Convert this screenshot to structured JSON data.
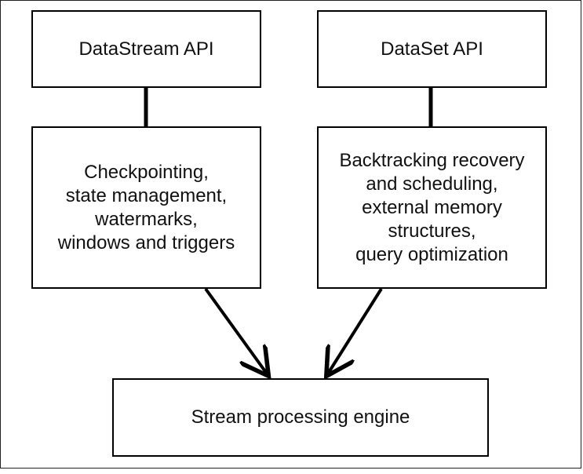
{
  "boxes": {
    "datastream_api": {
      "lines": [
        "DataStream API"
      ]
    },
    "dataset_api": {
      "lines": [
        "DataSet API"
      ]
    },
    "stream_features": {
      "lines": [
        "Checkpointing,",
        "state management,",
        "watermarks,",
        "windows and triggers"
      ]
    },
    "batch_features": {
      "lines": [
        "Backtracking recovery",
        "and scheduling,",
        "external memory",
        "structures,",
        "query optimization"
      ]
    },
    "engine": {
      "lines": [
        "Stream processing engine"
      ]
    }
  },
  "colors": {
    "stroke": "#000000",
    "text": "#111111",
    "background": "#ffffff"
  }
}
